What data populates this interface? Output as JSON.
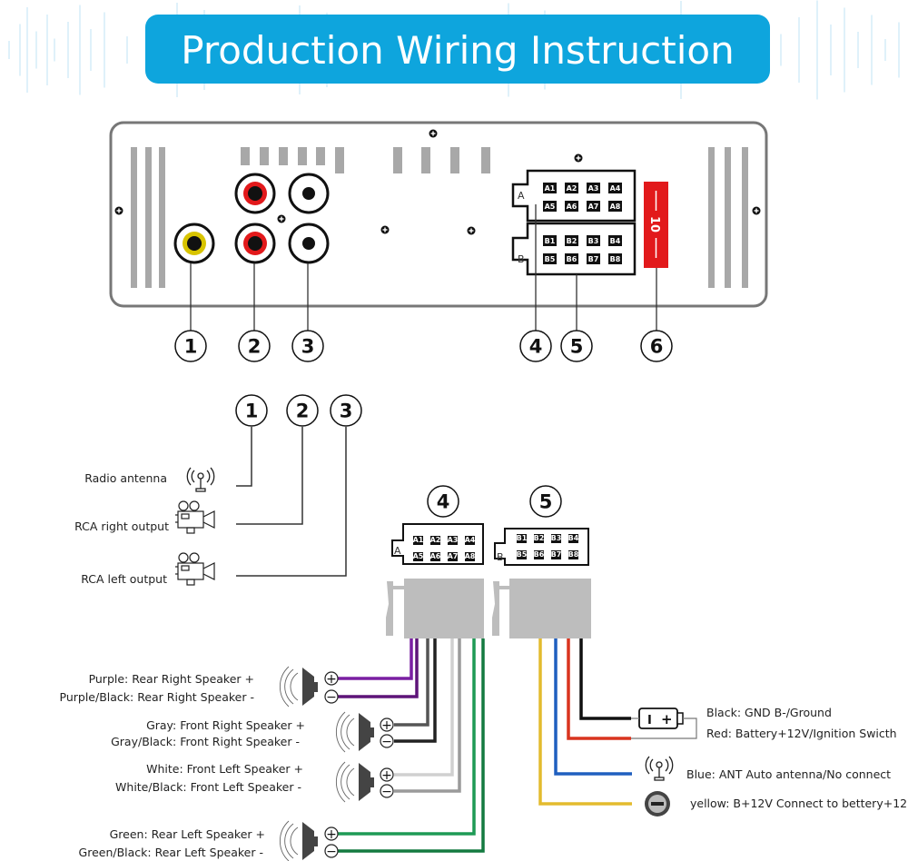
{
  "title": "Production Wiring Instruction",
  "colors": {
    "title_bg": "#0ea5dd",
    "panel_border": "#777777",
    "vent": "#a8a8a8",
    "fuse": "#e2191b",
    "rca_red": "#e2191b",
    "rca_yellow": "#d8c400",
    "connector_gray": "#bdbdbd",
    "purple": "#7a1fa2",
    "purple_black": "#5e1479",
    "gray": "#555555",
    "gray_black": "#222222",
    "white": "#d0d0d0",
    "white_black": "#9a9a9a",
    "green": "#1e9a55",
    "green_black": "#147a40",
    "yellow": "#e3bb2e",
    "blue": "#1f5fbf",
    "red": "#d9341f",
    "black": "#111111"
  },
  "head_unit": {
    "callouts": [
      "1",
      "2",
      "3",
      "4",
      "5",
      "6"
    ],
    "fuse_label": "10",
    "connector_a": {
      "letter": "A",
      "pins": [
        "A1",
        "A2",
        "A3",
        "A4",
        "A5",
        "A6",
        "A7",
        "A8"
      ]
    },
    "connector_b": {
      "letter": "B",
      "pins": [
        "B1",
        "B2",
        "B3",
        "B4",
        "B5",
        "B6",
        "B7",
        "B8"
      ]
    }
  },
  "outputs": [
    {
      "number": "1",
      "label": "Radio antenna",
      "icon": "antenna-icon"
    },
    {
      "number": "2",
      "label": "RCA right output",
      "icon": "projector-icon"
    },
    {
      "number": "3",
      "label": "RCA left output",
      "icon": "projector-icon"
    }
  ],
  "harness": {
    "connector_4": {
      "number": "4",
      "letter": "A",
      "pins": [
        "A1",
        "A2",
        "A3",
        "A4",
        "A5",
        "A6",
        "A7",
        "A8"
      ]
    },
    "connector_5": {
      "number": "5",
      "letter": "B",
      "pins": [
        "B1",
        "B2",
        "B3",
        "B4",
        "B5",
        "B6",
        "B7",
        "B8"
      ]
    }
  },
  "speakers": [
    {
      "plus_label": "Purple: Rear Right Speaker +",
      "minus_label": "Purple/Black: Rear Right Speaker -"
    },
    {
      "plus_label": "Gray: Front Right Speaker +",
      "minus_label": "Gray/Black: Front Right Speaker -"
    },
    {
      "plus_label": "White: Front Left Speaker +",
      "minus_label": "White/Black: Front Left Speaker -"
    },
    {
      "plus_label": "Green: Rear Left Speaker +",
      "minus_label": "Green/Black: Rear Left Speaker -"
    }
  ],
  "power": [
    {
      "label": "Black: GND B-/Ground",
      "icon": "battery-icon"
    },
    {
      "label": "Red: Battery+12V/Ignition Swicth",
      "icon": "battery-icon"
    },
    {
      "label": "Blue: ANT Auto antenna/No connect",
      "icon": "antenna-icon"
    },
    {
      "label": "yellow: B+12V Connect to bettery+12",
      "icon": "ignition-key-icon"
    }
  ],
  "symbols": {
    "plus": "+",
    "minus": "−",
    "batt_minus": "I",
    "batt_plus": "+"
  }
}
